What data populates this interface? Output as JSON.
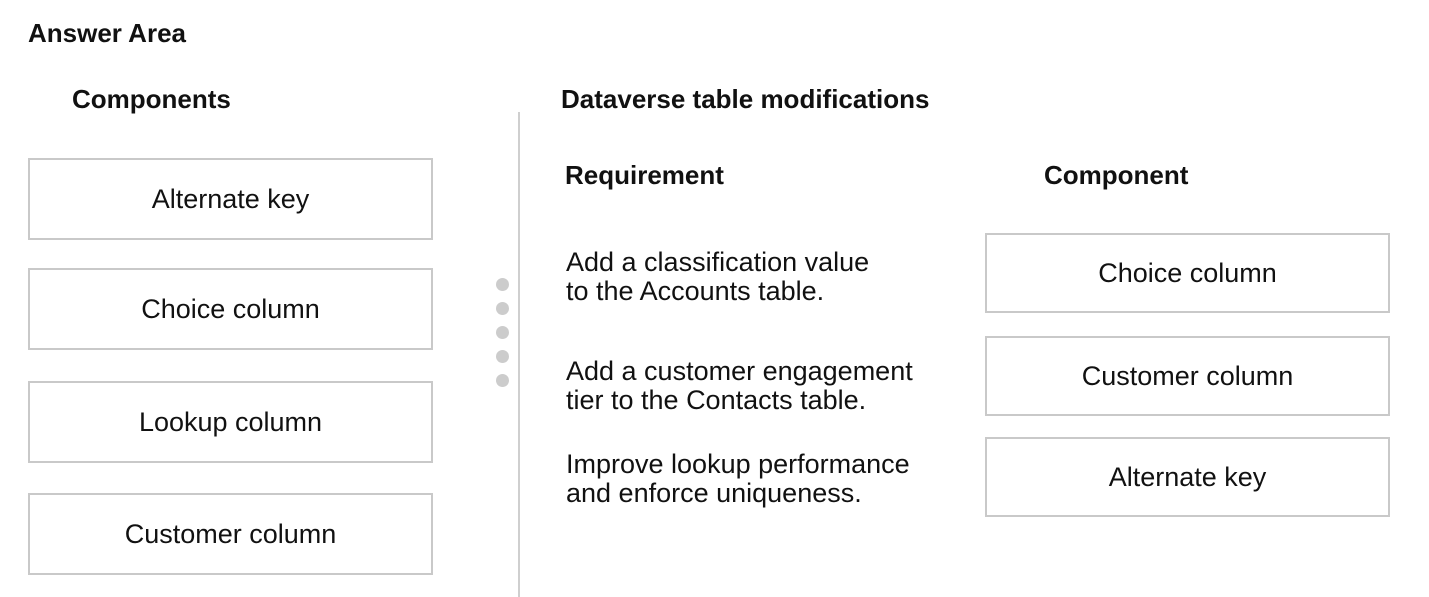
{
  "answer_area": {
    "title": "Answer Area"
  },
  "components_panel": {
    "heading": "Components",
    "items": [
      {
        "label": "Alternate key"
      },
      {
        "label": "Choice column"
      },
      {
        "label": "Lookup column"
      },
      {
        "label": "Customer column"
      }
    ]
  },
  "modifications_panel": {
    "heading": "Dataverse table modifications",
    "requirement_header": "Requirement",
    "component_header": "Component",
    "rows": [
      {
        "requirement_line1": "Add a classification value",
        "requirement_line2": "to the Accounts table.",
        "answer": "Choice column"
      },
      {
        "requirement_line1": "Add a customer engagement",
        "requirement_line2": "tier to the Contacts table.",
        "answer": "Customer column"
      },
      {
        "requirement_line1": "Improve lookup performance",
        "requirement_line2": "and enforce uniqueness.",
        "answer": "Alternate key"
      }
    ]
  },
  "colors": {
    "box_border": "#c9c9c9",
    "divider": "#cfcfcf",
    "handle_dot": "#cccccc",
    "text": "#111111"
  }
}
